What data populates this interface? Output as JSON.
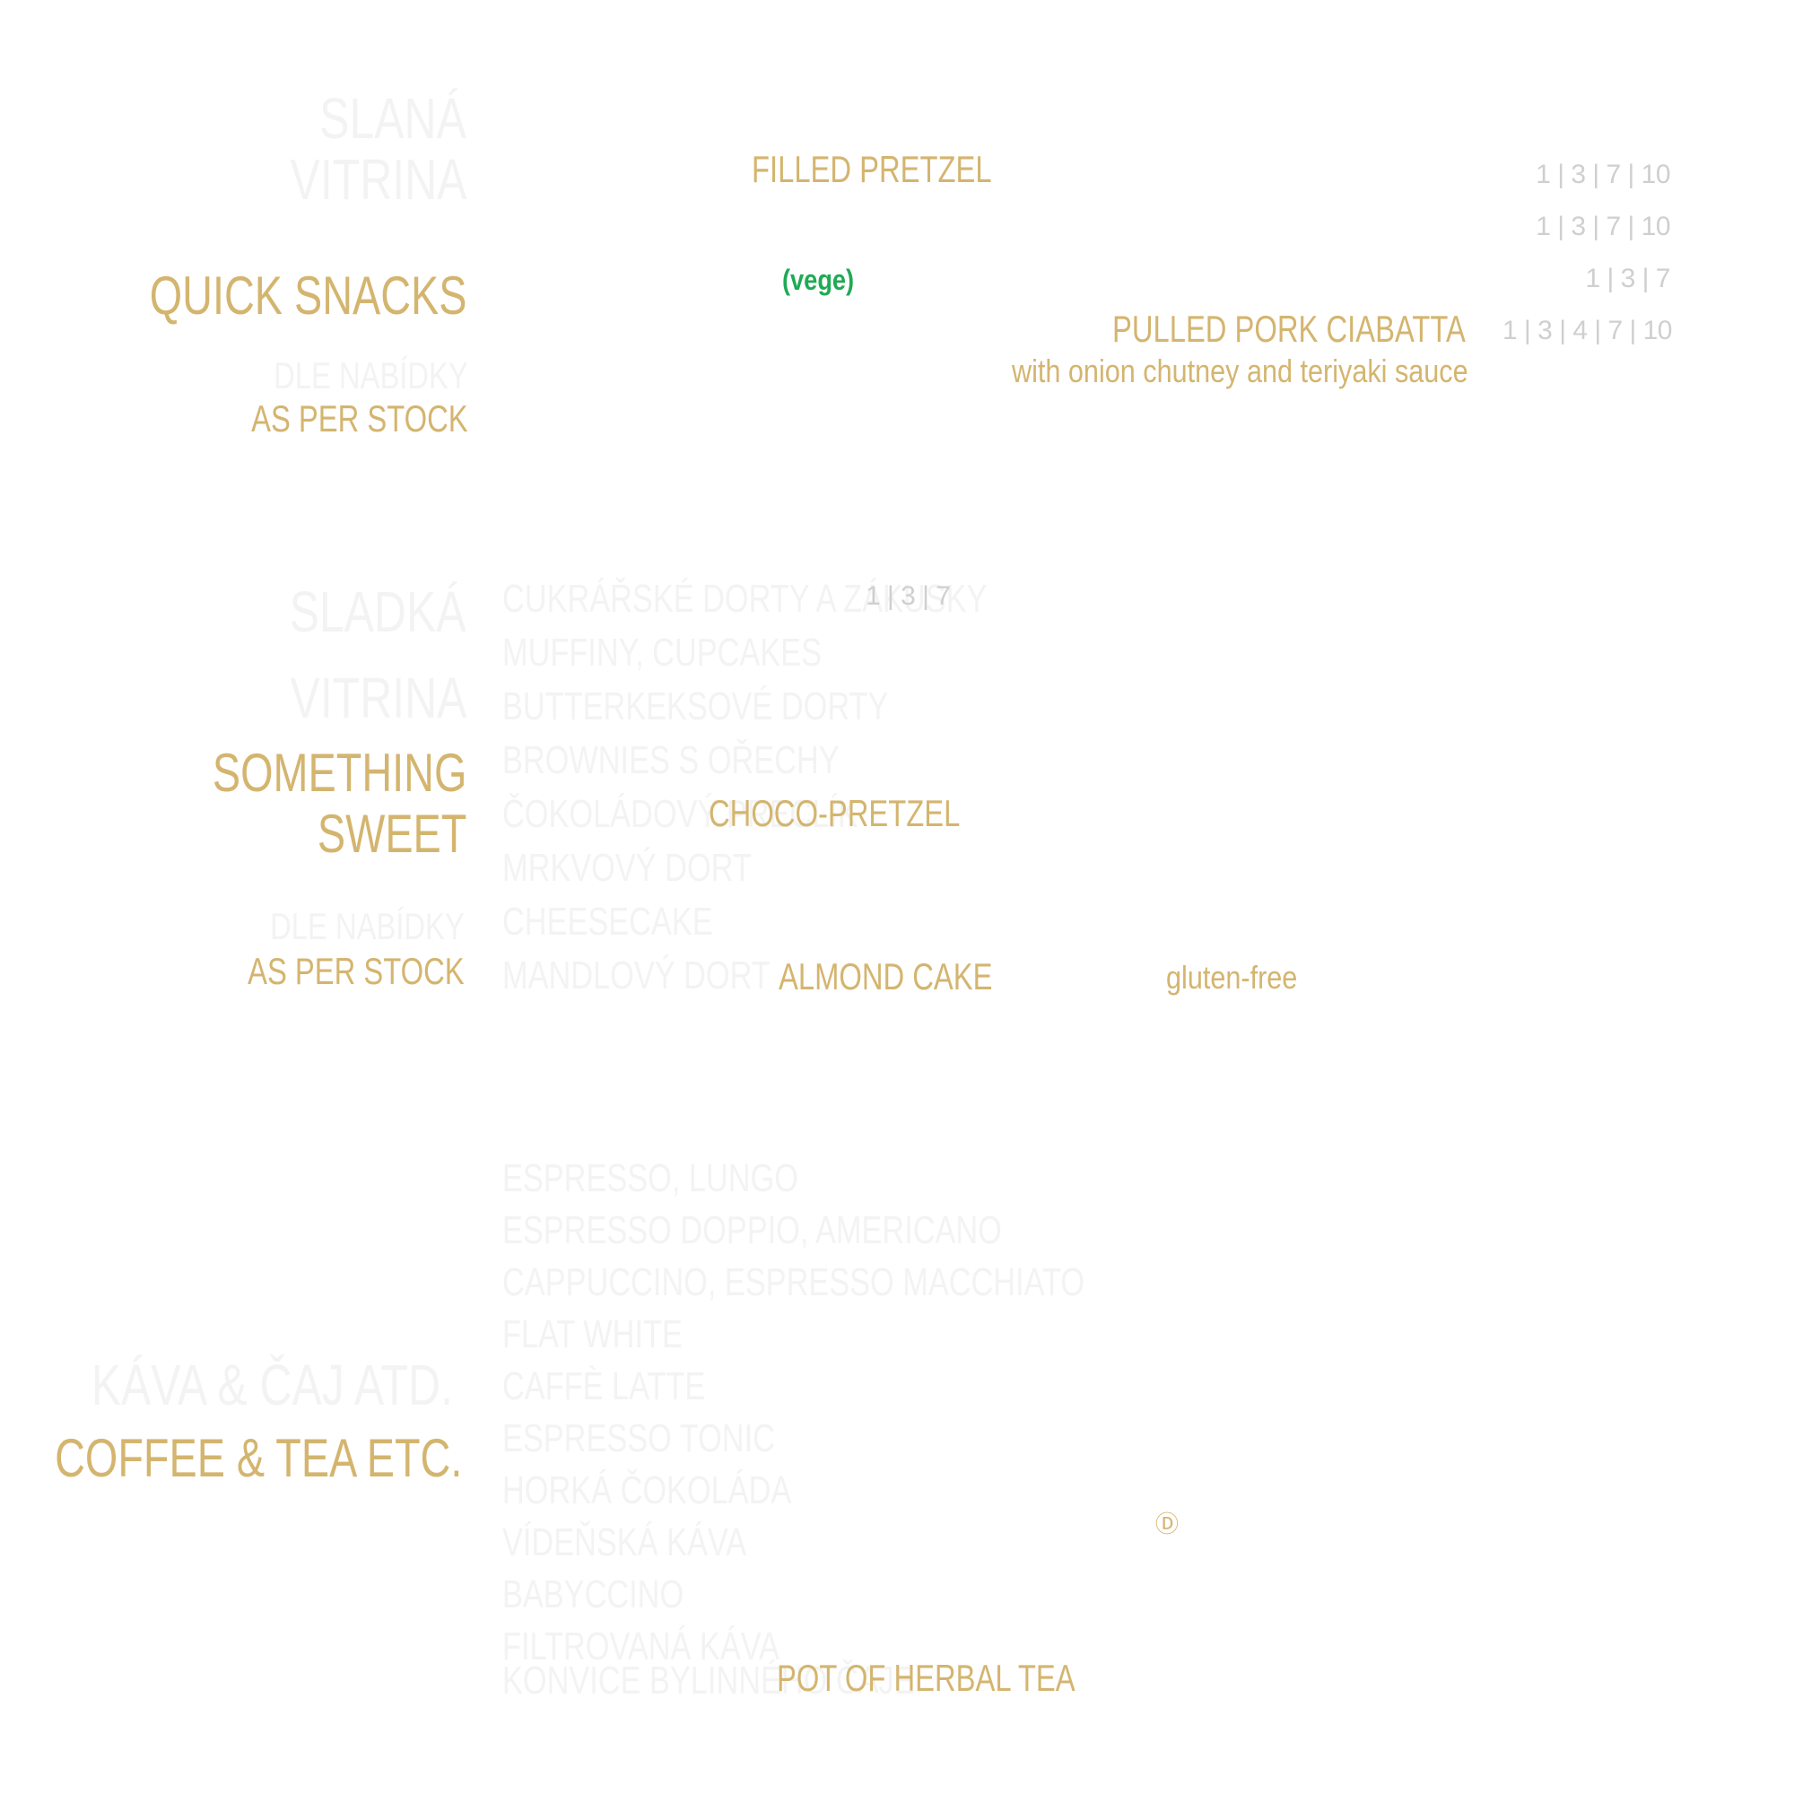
{
  "colors": {
    "accent_gold": "#d4b56f",
    "vege_green": "#1faa55",
    "allergen_grey": "#cfcfcf",
    "ghost": "#f3f3f3"
  },
  "quick_snacks": {
    "ghost_title": [
      "SLANÁ",
      "VITRINA"
    ],
    "title": "QUICK SNACKS",
    "ghost_price": "DLE NABÍDKY",
    "stock_note": "AS PER STOCK",
    "items": [
      {
        "name": "FILLED PRETZEL",
        "allergens": "1 | 3 | 7 | 10"
      },
      {
        "name": "",
        "allergens": "1 | 3 | 7 | 10"
      },
      {
        "tag": "(vege)",
        "allergens": "1 | 3 | 7"
      },
      {
        "name": "PULLED PORK CIABATTA",
        "description": "with onion chutney and teriyaki sauce",
        "allergens": "1 | 3 | 4 | 7 | 10"
      }
    ]
  },
  "something_sweet": {
    "ghost_title": [
      "SLADKÁ",
      "VITRINA"
    ],
    "title_line1": "SOMETHING",
    "title_line2": "SWEET",
    "ghost_price": "DLE NABÍDKY",
    "stock_note": "AS PER STOCK",
    "first_allergens": "1 | 3 | 7",
    "ghost_rows": [
      "CUKRÁŘSKÉ DORTY A ZÁKUSKY",
      "MUFFINY, CUPCAKES",
      "BUTTERKEKSOVÉ DORTY",
      "BROWNIES S OŘECHY",
      "ČOKOLÁDOVÝ PRECLÍK",
      "MRKVOVÝ DORT",
      "CHEESECAKE",
      "MANDLOVÝ DORT"
    ],
    "choco_pretzel": "CHOCO-PRETZEL",
    "almond_cake": "ALMOND CAKE",
    "gluten_free": "gluten-free"
  },
  "coffee_tea": {
    "ghost_title": "KÁVA & ČAJ ATD.",
    "title": "COFFEE & TEA ETC.",
    "ghost_rows": [
      "ESPRESSO, LUNGO",
      "ESPRESSO DOPPIO, AMERICANO",
      "CAPPUCCINO, ESPRESSO MACCHIATO",
      "FLAT WHITE",
      "CAFFÈ LATTE",
      "ESPRESSO TONIC",
      "HORKÁ ČOKOLÁDA",
      "VÍDEŇSKÁ KÁVA",
      "BABYCCINO",
      "FILTROVANÁ KÁVA",
      "KONVICE BYLINNÉHO ČAJE"
    ],
    "decaf_symbol": "Ⓓ",
    "herbal_tea": "POT OF HERBAL TEA"
  }
}
